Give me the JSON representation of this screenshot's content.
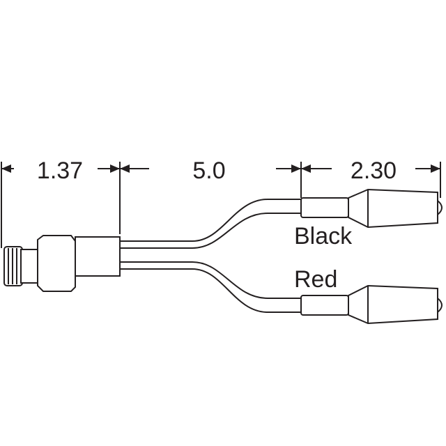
{
  "dimensions": {
    "connector_length": "1.37",
    "cable_length": "5.0",
    "clip_length": "2.30"
  },
  "wires": {
    "upper_label": "Black",
    "lower_label": "Red"
  }
}
